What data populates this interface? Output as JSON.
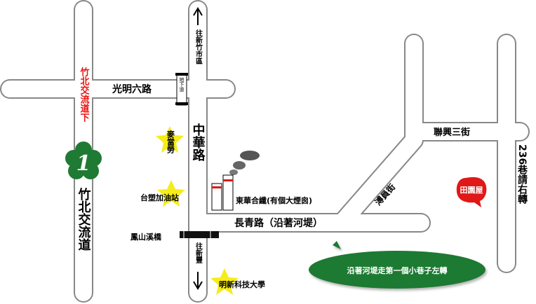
{
  "roads": {
    "zhubei_interchange_down": "竹北交流道下",
    "zhubei_interchange": "竹北交流道",
    "guangming_6th_rd": "光明六路",
    "underpass": "地下道",
    "to_xinzhu_city": "往新竹市區",
    "zhonghua_rd": "中華路",
    "changqing_rd": "長青路（沿著河堤）",
    "lianxing_3rd_st": "聯興三街",
    "boulder_st": "溥員街",
    "lane_236": "236巷請右轉",
    "to_xinfeng": "往新豐",
    "fengshanxi_bridge": "鳳山溪橋"
  },
  "landmarks": {
    "mcdonalds": "麥當勞",
    "formosa_gas": "台塑加油站",
    "dongua_textile": "東華合纖(有個大煙囪)",
    "mingxin_univ": "明新科技大學",
    "destination": "田園屋",
    "interchange_number": "1"
  },
  "hint": {
    "text": "沿著河堤走第一個小巷子左轉"
  },
  "colors": {
    "road_fill": "#ffffff",
    "road_stroke": "#888888",
    "interchange_text": "#ee1111",
    "clover_green": "#1f7a33",
    "hint_green": "#1f7a33",
    "destination_red": "#e01818",
    "star_yellow": "#f6ec1a"
  },
  "icons": {
    "star": "star-icon",
    "clover": "clover-icon",
    "chimney": "chimney-icon",
    "arrow_up": "arrow-up-icon",
    "arrow_down": "arrow-down-icon",
    "speech_bubble": "speech-bubble-icon"
  }
}
